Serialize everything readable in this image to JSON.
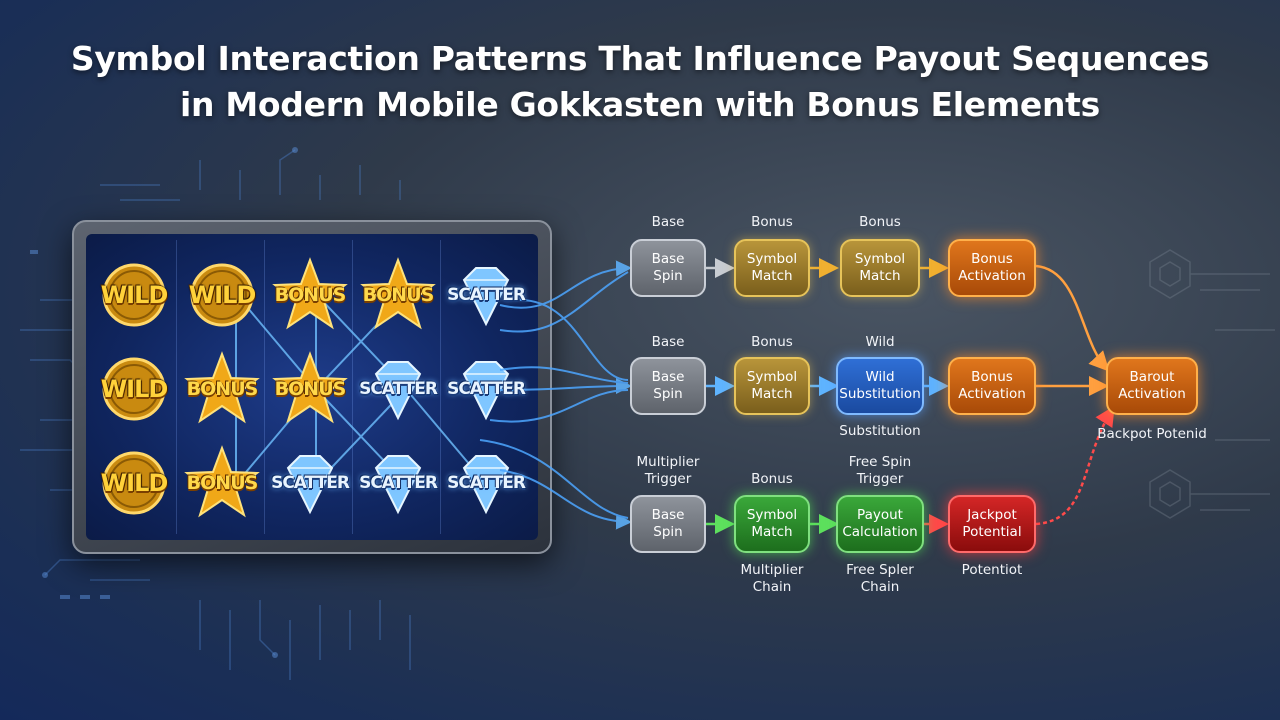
{
  "title": {
    "line1": "Symbol Interaction Patterns That Influence Payout Sequences",
    "line2": "in Modern Mobile Gokkasten with Bonus Elements"
  },
  "reels": {
    "rows": [
      [
        "WILD",
        "WILD",
        "BONUS",
        "BONUS",
        "SCATTER"
      ],
      [
        "WILD",
        "BONUS",
        "BONUS",
        "SCATTER",
        "SCATTER"
      ],
      [
        "WILD",
        "BONUS",
        "SCATTER",
        "SCATTER",
        "SCATTER"
      ]
    ]
  },
  "flow": {
    "row1": {
      "nodes": [
        {
          "lines": [
            "Base",
            "Spin"
          ],
          "color": "gray"
        },
        {
          "lines": [
            "Symbol",
            "Match"
          ],
          "color": "gold"
        },
        {
          "lines": [
            "Symbol",
            "Match"
          ],
          "color": "gold"
        },
        {
          "lines": [
            "Bonus",
            "Activation"
          ],
          "color": "orange"
        }
      ],
      "labels_above": [
        [
          "Base"
        ],
        [
          "Bonus"
        ],
        [
          "Bonus"
        ],
        []
      ],
      "labels_below": [
        [],
        [],
        [],
        []
      ]
    },
    "row2": {
      "nodes": [
        {
          "lines": [
            "Base",
            "Spin"
          ],
          "color": "gray"
        },
        {
          "lines": [
            "Symbol",
            "Match"
          ],
          "color": "gold"
        },
        {
          "lines": [
            "Wild",
            "Substitution"
          ],
          "color": "blue"
        },
        {
          "lines": [
            "Bonus",
            "Activation"
          ],
          "color": "orange"
        }
      ],
      "labels_above": [
        [
          "Base"
        ],
        [
          "Bonus"
        ],
        [
          "Wild"
        ],
        []
      ],
      "labels_below": [
        [],
        [],
        [
          "Substitution"
        ],
        []
      ]
    },
    "row3": {
      "nodes": [
        {
          "lines": [
            "Base",
            "Spin"
          ],
          "color": "gray"
        },
        {
          "lines": [
            "Symbol",
            "Match"
          ],
          "color": "green"
        },
        {
          "lines": [
            "Payout",
            "Calculation"
          ],
          "color": "green"
        },
        {
          "lines": [
            "Jackpot",
            "Potential"
          ],
          "color": "red"
        }
      ],
      "labels_above": [
        [
          "Multiplier",
          "Trigger"
        ],
        [
          "Bonus"
        ],
        [
          "Free Spin",
          "Trigger"
        ],
        []
      ],
      "labels_below": [
        [],
        [
          "Multiplier",
          "Chain"
        ],
        [
          "Free Spler",
          "Chain"
        ],
        [
          "Potentiot"
        ]
      ]
    },
    "final": {
      "lines": [
        "Barout",
        "Activation"
      ],
      "color": "orange",
      "label_below": "Backpot Potenid"
    }
  },
  "colors": {
    "gray": "#8e939b",
    "gold": "#b8953a",
    "orange": "#e0761c",
    "blue": "#2f6fd6",
    "green": "#3aa83a",
    "red": "#d42626",
    "glow_line": "#4da6ff"
  }
}
